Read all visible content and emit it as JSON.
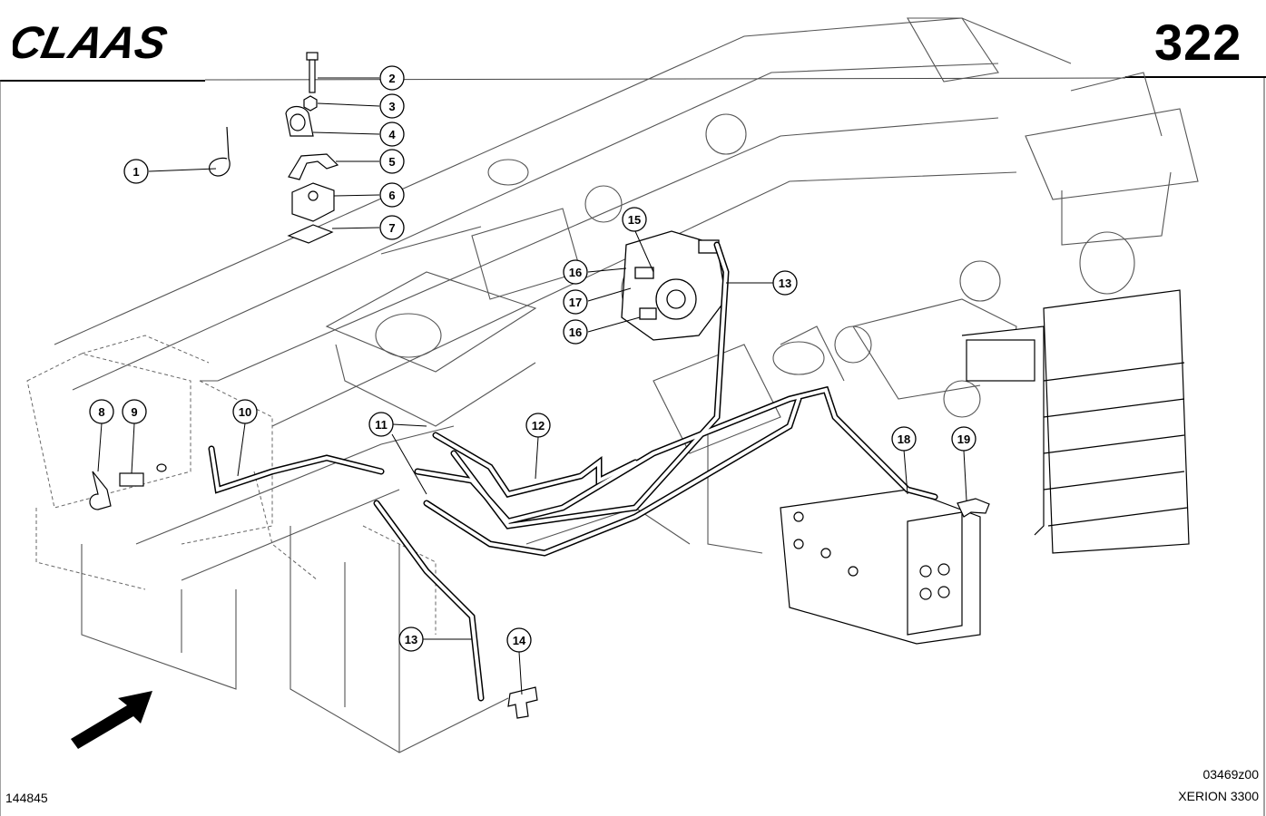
{
  "header": {
    "brand": "CLAAS",
    "page_number": "322"
  },
  "footer": {
    "left_code": "144845",
    "drawing_code": "03469z00",
    "model": "XERION 3300"
  },
  "callouts": [
    {
      "label": "1"
    },
    {
      "label": "2"
    },
    {
      "label": "3"
    },
    {
      "label": "4"
    },
    {
      "label": "5"
    },
    {
      "label": "6"
    },
    {
      "label": "7"
    },
    {
      "label": "8"
    },
    {
      "label": "9"
    },
    {
      "label": "10"
    },
    {
      "label": "11"
    },
    {
      "label": "12"
    },
    {
      "label": "13"
    },
    {
      "label": "13"
    },
    {
      "label": "14"
    },
    {
      "label": "15"
    },
    {
      "label": "16"
    },
    {
      "label": "16"
    },
    {
      "label": "17"
    },
    {
      "label": "18"
    },
    {
      "label": "19"
    }
  ],
  "colors": {
    "ink": "#000000",
    "frame_line": "#444444",
    "hidden_line": "#666666",
    "paper": "#ffffff"
  }
}
